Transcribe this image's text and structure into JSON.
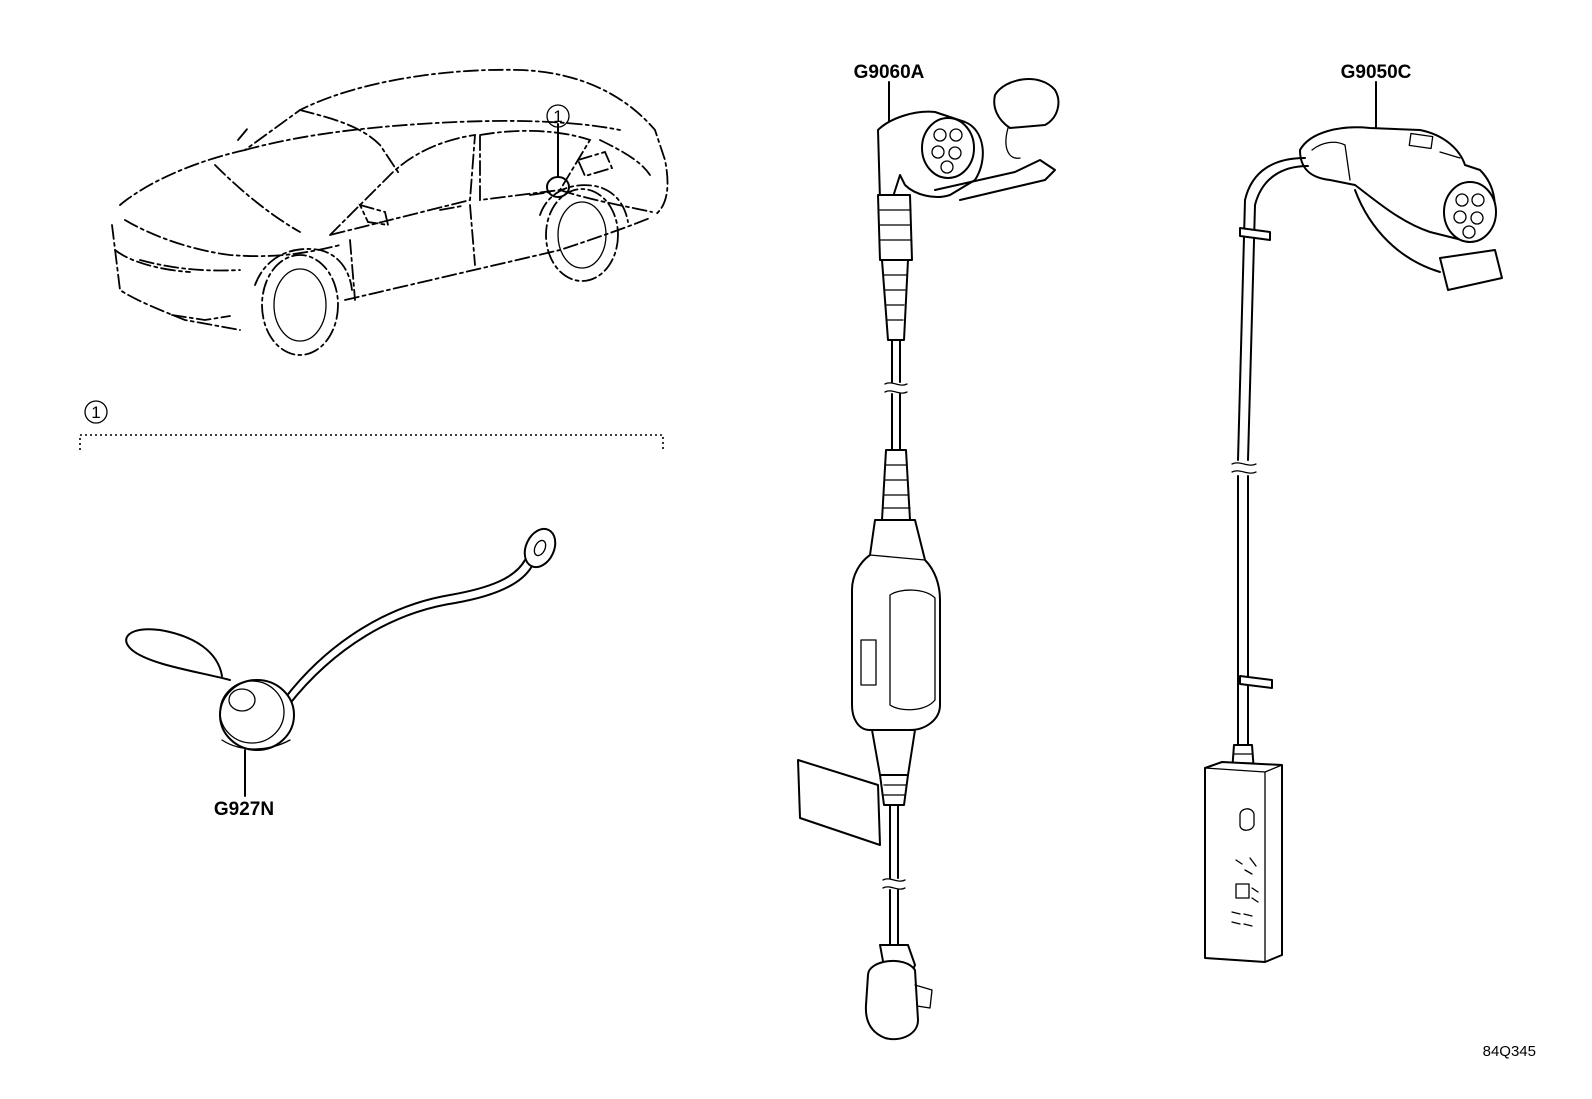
{
  "ref_marks": {
    "vehicle_location": "1",
    "group_bracket": "1"
  },
  "parts": {
    "charging_port_cap": "G927N",
    "charging_cable_portable": "G9060A",
    "charging_cable_type2": "G9050C"
  },
  "figure_number": "84Q345"
}
